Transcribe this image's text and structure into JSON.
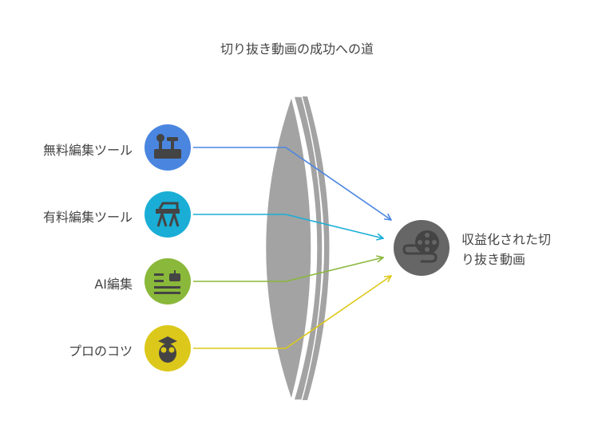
{
  "title": "切り抜き動画の成功への道",
  "inputs": [
    {
      "label": "無料編集ツール",
      "icon": "tools-icon",
      "color": "#4a86e0"
    },
    {
      "label": "有料編集ツール",
      "icon": "workbench-icon",
      "color": "#1aaed6"
    },
    {
      "label": "AI編集",
      "icon": "robot-text-icon",
      "color": "#8ab83a"
    },
    {
      "label": "プロのコツ",
      "icon": "owl-graduate-icon",
      "color": "#dcc81a"
    }
  ],
  "output": {
    "line1": "収益化された切",
    "line2": "り抜き動画",
    "icon": "film-reel-icon",
    "color": "#666666"
  },
  "lens_color": "#a3a3a3"
}
